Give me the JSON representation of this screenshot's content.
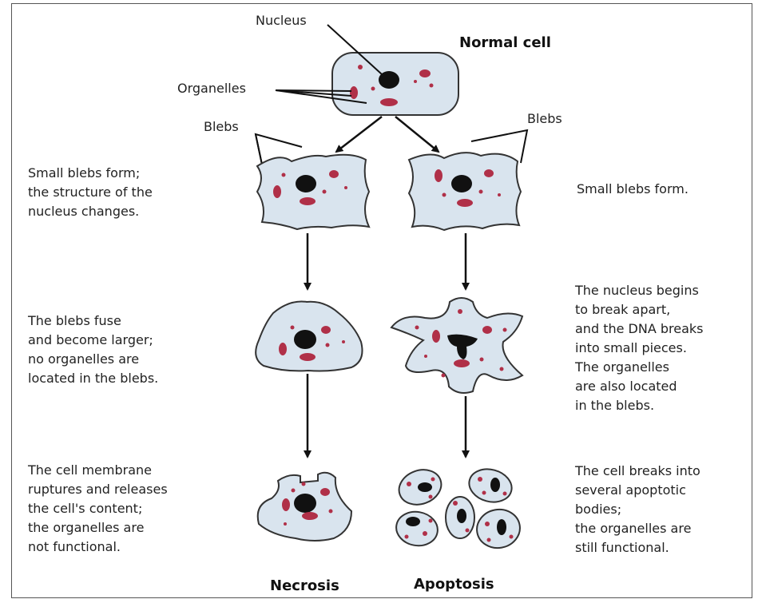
{
  "labels": {
    "nucleus": "Nucleus",
    "normal_cell": "Normal cell",
    "organelles": "Organelles",
    "blebs_left": "Blebs",
    "blebs_right": "Blebs",
    "necrosis": "Necrosis",
    "apoptosis": "Apoptosis"
  },
  "necrosis_steps": [
    "Small blebs form;\nthe structure of the\nnucleus changes.",
    "The blebs fuse\nand become larger;\nno organelles are\nlocated in the blebs.",
    "The cell membrane\nruptures and releases\nthe cell's content;\nthe organelles are\nnot functional."
  ],
  "apoptosis_steps": [
    "Small blebs form.",
    "The nucleus begins\nto break apart,\nand the DNA breaks\ninto small pieces.\nThe organelles\nare also located\nin the blebs.",
    "The cell breaks into\nseveral apoptotic\nbodies;\nthe organelles are\nstill functional."
  ],
  "colors": {
    "cytoplasm": "#d9e4ee",
    "outline": "#333333",
    "organelle": "#b03048",
    "nucleus": "#111111",
    "arrow": "#111111"
  }
}
